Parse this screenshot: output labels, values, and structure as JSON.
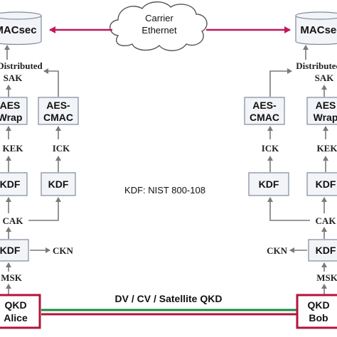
{
  "cloud": {
    "line1": "Carrier",
    "line2": "Ethernet"
  },
  "left": {
    "macsec": "MACsec",
    "distributed": "Distributed",
    "sak": "SAK",
    "aes_wrap_l1": "AES",
    "aes_wrap_l2": "Wrap",
    "aes_cmac_l1": "AES-",
    "aes_cmac_l2": "CMAC",
    "kek": "KEK",
    "ick": "ICK",
    "kdf_a": "KDF",
    "kdf_b": "KDF",
    "cak": "CAK",
    "kdf_c": "KDF",
    "ckn": "CKN",
    "msk": "MSK",
    "qkd_l1": "QKD",
    "qkd_l2": "Alice"
  },
  "right": {
    "macsec": "MACsec",
    "distributed": "Distributed",
    "sak": "SAK",
    "aes_wrap_l1": "AES",
    "aes_wrap_l2": "Wrap",
    "aes_cmac_l1": "AES-",
    "aes_cmac_l2": "CMAC",
    "kek": "KEK",
    "ick": "ICK",
    "kdf_a": "KDF",
    "kdf_b": "KDF",
    "cak": "CAK",
    "kdf_c": "KDF",
    "ckn": "CKN",
    "msk": "MSK",
    "qkd_l1": "QKD",
    "qkd_l2": "Bob"
  },
  "center_note": "KDF: NIST 800-108",
  "link_label": "DV / CV / Satellite QKD",
  "colors": {
    "box_fill": "#f2f4f8",
    "box_stroke": "#7d8a9c",
    "arrow": "#7a7a7a",
    "ethernet_arrow": "#c2185b",
    "qkd_red": "#b0153a",
    "qkd_green": "#1e8a3c"
  }
}
